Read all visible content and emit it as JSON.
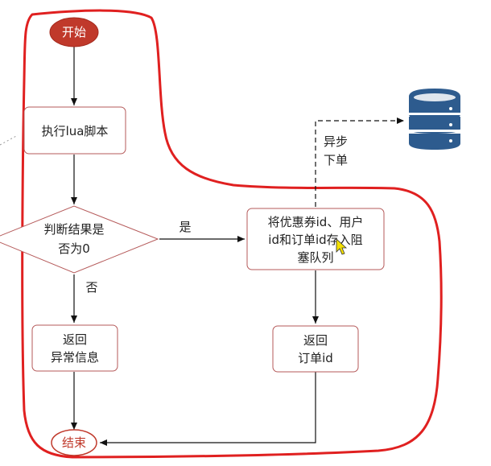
{
  "nodes": {
    "start": "开始",
    "exec_lua": "执行lua脚本",
    "decision_line1": "判断结果是",
    "decision_line2": "否为0",
    "error_line1": "返回",
    "error_line2": "异常信息",
    "enqueue_line1": "将优惠券id、用户",
    "enqueue_line2": "id和订单id存入阻",
    "enqueue_line3": "塞队列",
    "return_id_line1": "返回",
    "return_id_line2": "订单id",
    "end": "结束"
  },
  "edges": {
    "yes": "是",
    "no": "否",
    "async_line1": "异步",
    "async_line2": "下单"
  },
  "icons": {
    "database": "database-icon",
    "cursor": "cursor-icon"
  },
  "colors": {
    "terminal_fill": "#c0392b",
    "node_border": "#b55a5a",
    "highlight": "#e02020",
    "database": "#2d5b8e"
  }
}
